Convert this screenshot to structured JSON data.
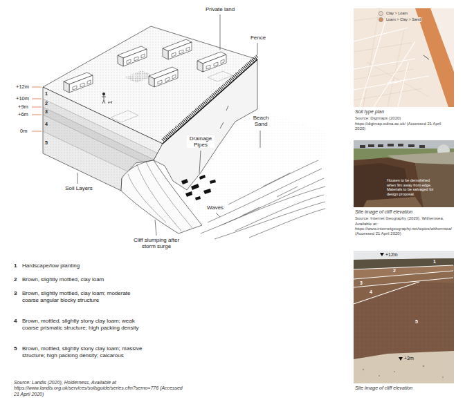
{
  "diagram": {
    "nodes": [
      {
        "text": [
          "Soil type plan",
          "Source: Digimaps (2020) https://digimap.edina.ac.uk/ (Accessed 21 April 2020)"
        ]
      },
      {
        "text": [
          "Houses to be demolished when 9m away from edge. Materials to be salvaged for design proposal.",
          "Site image of cliff elevation",
          "Source: Internet Geography (2020), Withernsea, Available at: https://www.internetgeography.net/topics/withernsea/ (Accessed 21 April 2020)"
        ]
      },
      {
        "text": [
          "Site image of cliff elevation"
        ]
      }
    ],
    "labels": [
      "Private land",
      "Fence",
      "+12m",
      "+10m",
      "+9m",
      "+6m",
      "0m",
      "1",
      "2",
      "3",
      "4",
      "5",
      "Beach Sand",
      "Drainage Pipes",
      "Soil Layers",
      "Waves",
      "Cliff slumping after storm surge",
      "1",
      "Hardscape/low planting",
      "2",
      "Brown, slightly mottled, clay loam",
      "3",
      "Brown, slightly mottled, clay loam; moderate coarse angular blocky structure",
      "4",
      "Brown, mottled, slightly stony clay loam; weak coarse prismatic structure; high packing density",
      "5",
      "Brown, mottled, slightly stony clay loam; massive structure; high packing density; calcarous",
      "Source: Landis (2020), Holderness, Available at https://www.landis.org.uk/services/soilsguide/series.cfm?serno=776 (Accessed 21 April 2020)",
      "+12m",
      "1",
      "2",
      "3",
      "4",
      "5",
      "+3m"
    ],
    "legend": [
      {
        "text": "Clay > Loam",
        "color": "#efd8c6"
      },
      {
        "text": "Loam > Clay > Sand",
        "color": "#d98a52"
      }
    ]
  }
}
